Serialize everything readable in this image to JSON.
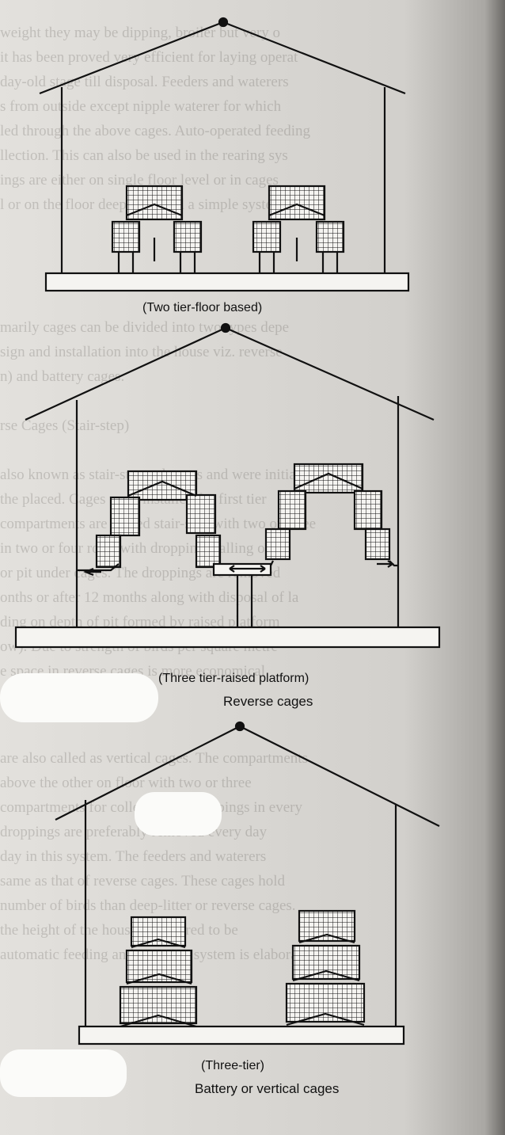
{
  "background_text": {
    "block_1": [
      "weight they may be dipping, broiler but very o",
      "it has been proved very efficient for laying operat",
      "day-old stage till disposal. Feeders and waterers",
      "s from outside except nipple waterer for which",
      "led through the above cages. Auto-operated feeding",
      "llection. This can also be used in the rearing sys",
      "ings are either on single floor level or in cages",
      "l or on the floor deep litter and a simple system of"
    ],
    "block_2": [
      "marily cages can be divided into two types depe",
      "sign and installation into the house viz. reverse",
      "n) and battery cages.",
      "",
      "rse Cages (Stair-step)",
      "",
      "also known as stair-stepped cages and were initial",
      "the placed. Cages were installed for first tier",
      "compartments are placed stair-step with two or three",
      "in two or four rows with droppings falling on gr",
      "or pit under cages. The droppings are removed",
      "onths or after 12 months along with disposal of la",
      "ding on depth of pit formed by raised platform",
      "ow). Due to strength of birds per square metre",
      "e space in reverse cages is more economical"
    ],
    "block_3": [
      "are also called as vertical cages. The compartments",
      "above the other on floor with two or three",
      "compartments for collection of droppings in every",
      "droppings are preferably removed every day",
      "day in this system. The feeders and waterers",
      "same as that of reverse cages. These cages hold",
      "number of birds than deep-litter or reverse cages.",
      "the height of the house is required to be",
      "automatic feeding and watering system is elaborate"
    ]
  },
  "figures": {
    "fig1_caption": "(Two tier-floor based)",
    "fig2_caption": "(Three tier-raised platform)",
    "fig2_heading": "Reverse cages",
    "fig3_caption": "(Three-tier)",
    "fig3_heading": "Battery or vertical cages"
  },
  "colors": {
    "ink": "#111111",
    "paper": "#dedcd8"
  }
}
